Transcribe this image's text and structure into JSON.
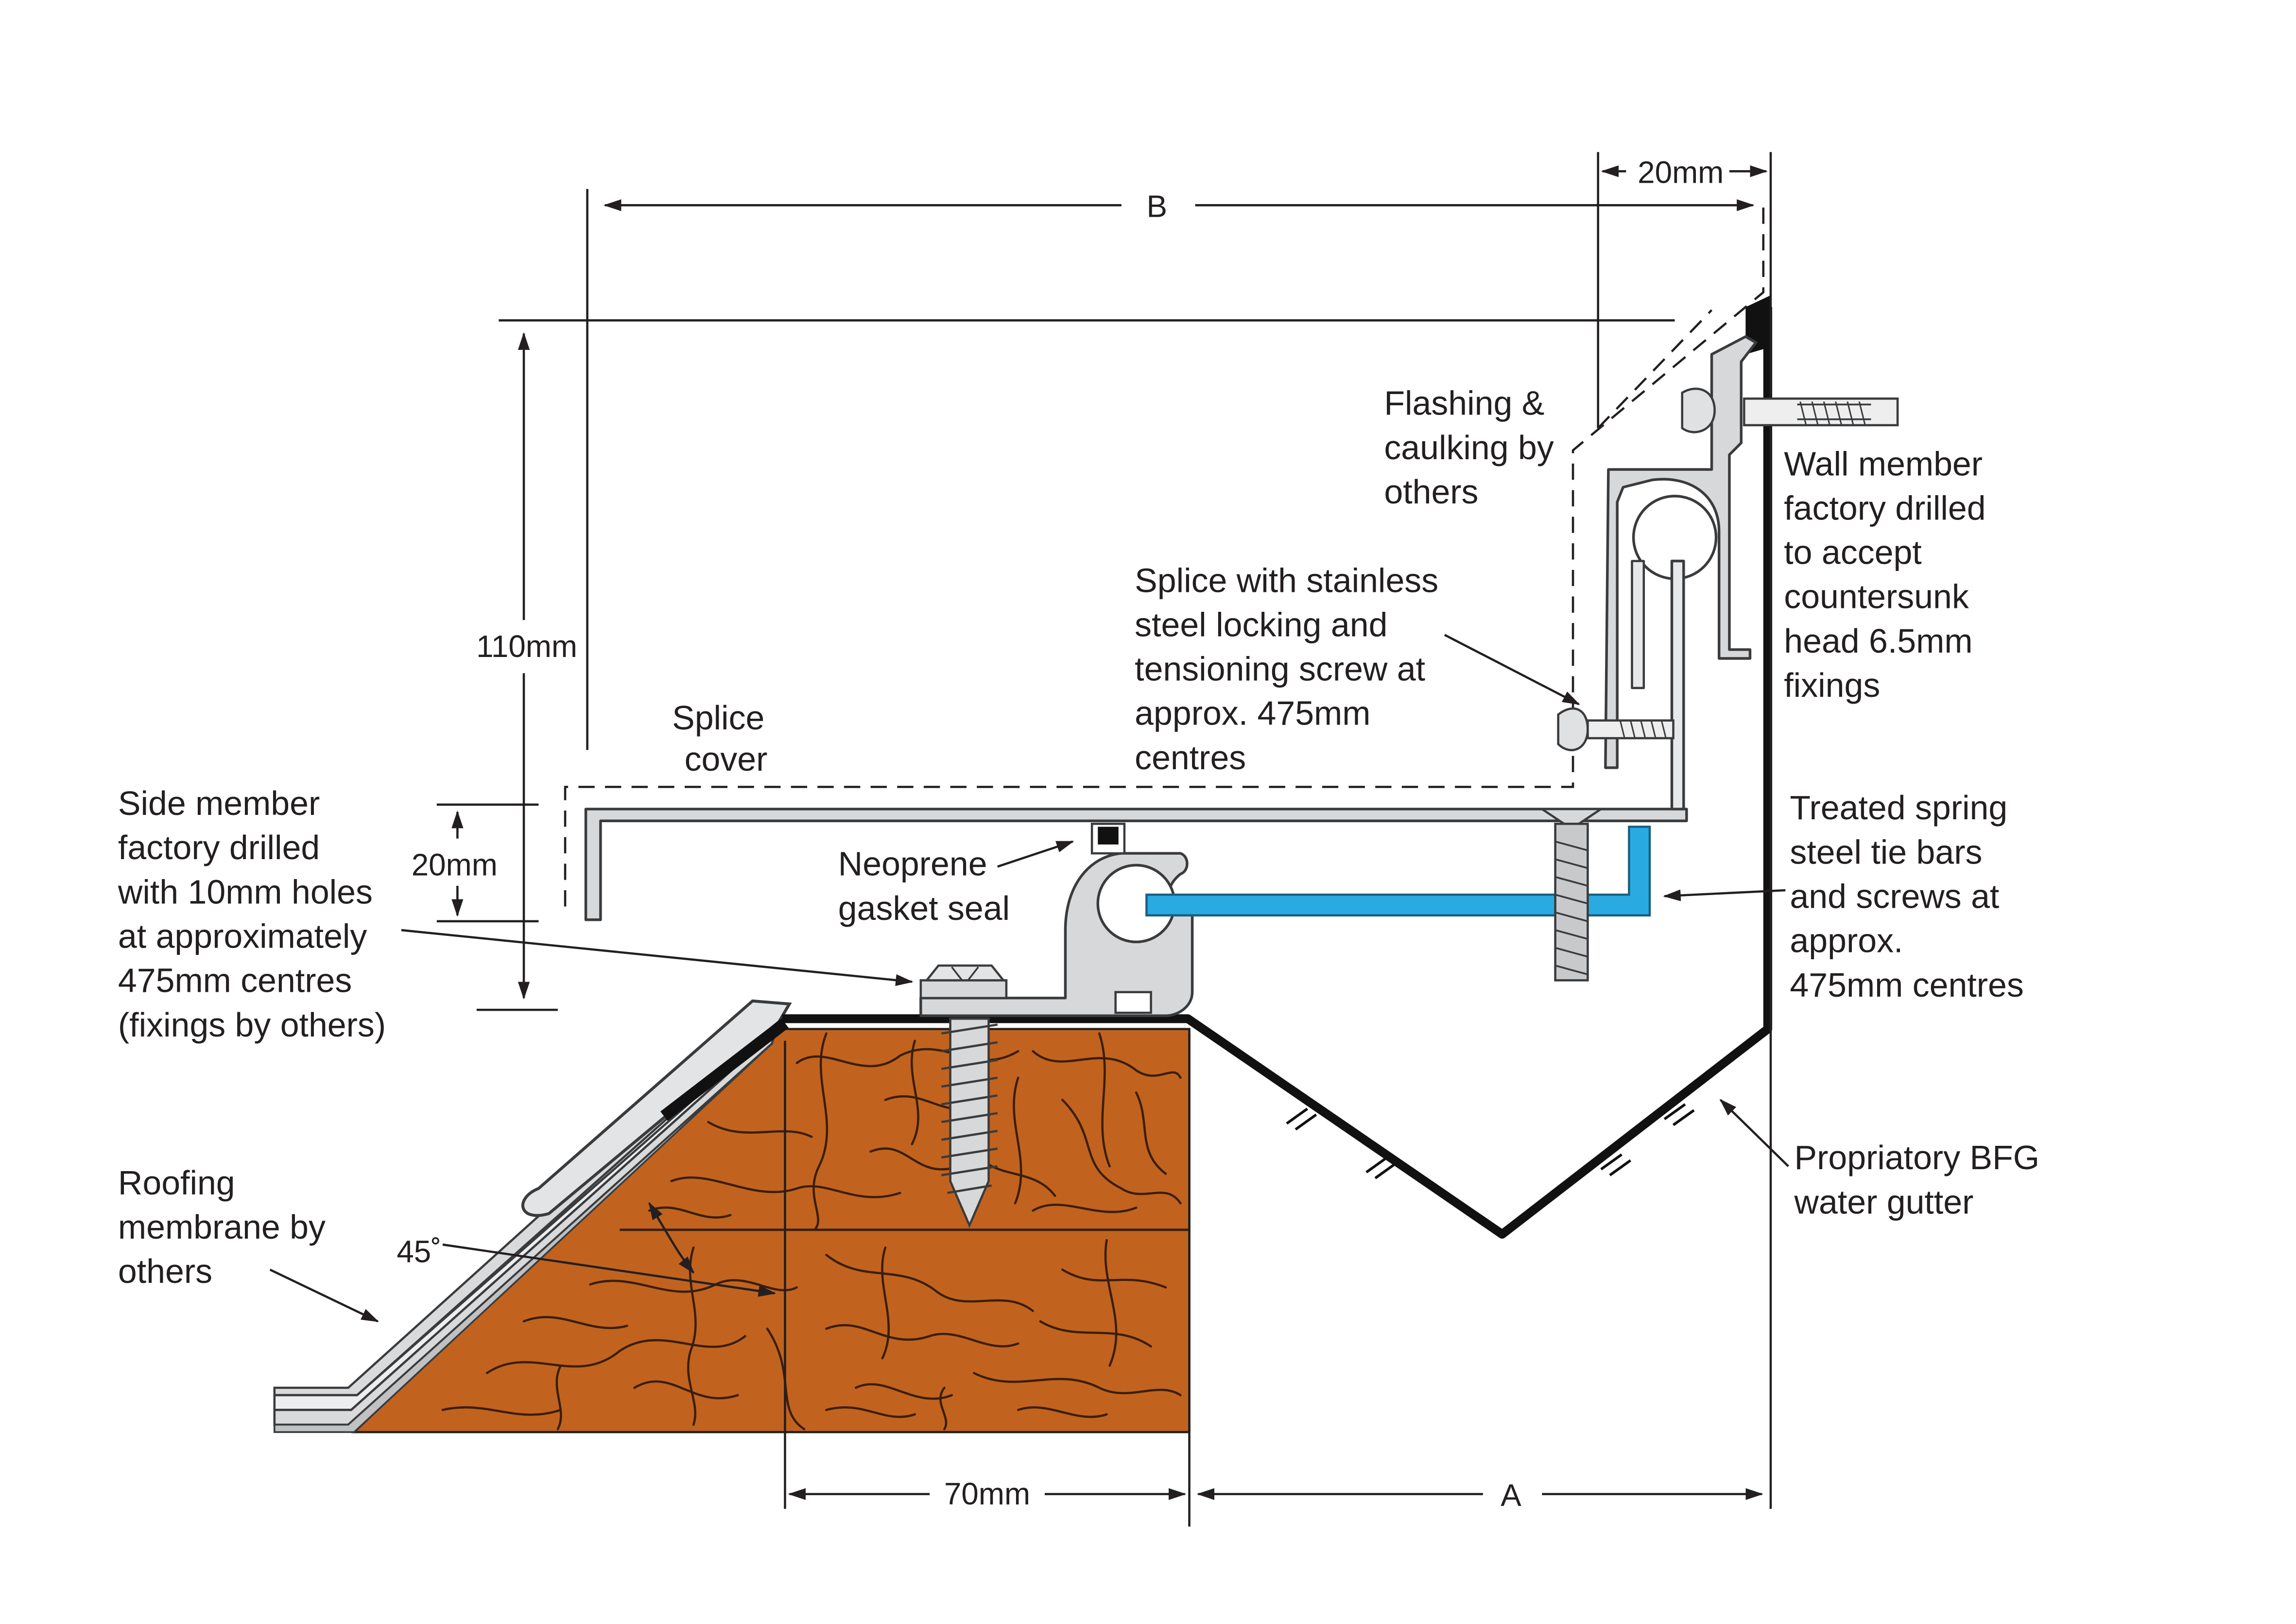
{
  "dimensions": {
    "b": "B",
    "a": "A",
    "d20top": "20mm",
    "d110": "110mm",
    "d20side": "20mm",
    "d70": "70mm",
    "angle": "45˚"
  },
  "labels": {
    "flashing": [
      "Flashing &",
      "caulking by",
      "others"
    ],
    "wall_member": [
      "Wall member",
      "factory drilled",
      "to accept",
      "countersunk",
      "head 6.5mm",
      "fixings"
    ],
    "splice_screw": [
      "Splice with stainless",
      "steel locking and",
      "tensioning screw at",
      "approx. 475mm",
      "centres"
    ],
    "splice_cover": [
      "Splice",
      "cover"
    ],
    "side_member": [
      "Side member",
      "factory drilled",
      "with 10mm holes",
      "at approximately",
      "475mm centres",
      "(fixings by others)"
    ],
    "neoprene": [
      "Neoprene",
      "gasket seal"
    ],
    "tie_bars": [
      "Treated spring",
      "steel tie bars",
      "and screws at",
      "approx.",
      "475mm centres"
    ],
    "gutter": [
      "Propriatory BFG",
      "water gutter"
    ],
    "roofing": [
      "Roofing",
      "membrane by",
      "others"
    ]
  },
  "colors": {
    "timber": "#c1631e",
    "grain": "#3a1e0a",
    "tie_bar": "#29abe2",
    "aluminium": "#d6d8da",
    "outline": "#231f20"
  }
}
